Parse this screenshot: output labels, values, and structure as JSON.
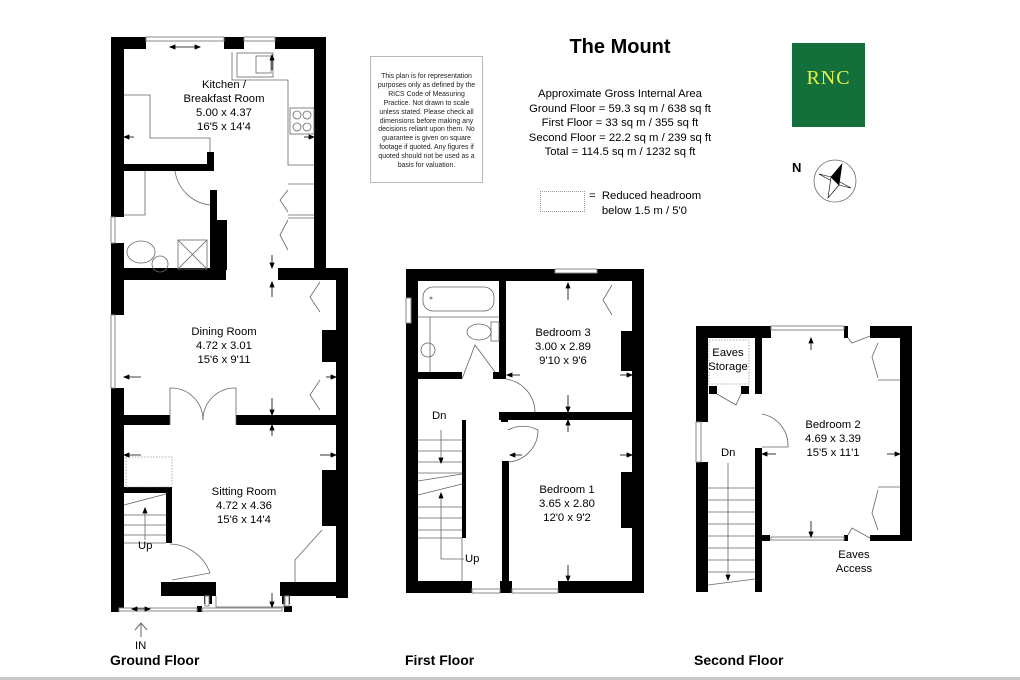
{
  "property": {
    "title": "The Mount"
  },
  "area_summary": {
    "heading": "Approximate Gross Internal Area",
    "lines": [
      "Ground Floor = 59.3 sq m / 638 sq ft",
      "First Floor = 33 sq m / 355 sq ft",
      "Second Floor = 22.2 sq m / 239 sq ft",
      "Total = 114.5 sq m / 1232 sq ft"
    ]
  },
  "disclaimer": {
    "text": "This plan is for representation purposes only as defined by the RICS Code of Measuring Practice. Not drawn to scale unless stated. Please check all dimensions before making any decisions reliant upon them. No guarantee is given on square footage if quoted. Any figures if quoted should not be used as a basis for valuation."
  },
  "legend": {
    "equals": "=",
    "text": "Reduced headroom\nbelow 1.5 m / 5'0"
  },
  "logo": {
    "text": "RNC",
    "background": "#13703a",
    "accent": "#e6f04a"
  },
  "compass": {
    "label": "N"
  },
  "floors": {
    "ground": {
      "label": "Ground Floor",
      "entrance_label": "IN",
      "stairs_label": "Up",
      "rooms": [
        {
          "name": "Kitchen /",
          "name2": "Breakfast Room",
          "metric": "5.00 x 4.37",
          "imperial": "16'5 x 14'4"
        },
        {
          "name": "Dining Room",
          "metric": "4.72 x 3.01",
          "imperial": "15'6 x 9'11"
        },
        {
          "name": "Sitting Room",
          "metric": "4.72 x 4.36",
          "imperial": "15'6 x 14'4"
        }
      ]
    },
    "first": {
      "label": "First Floor",
      "stairs_down_label": "Dn",
      "stairs_up_label": "Up",
      "rooms": [
        {
          "name": "Bedroom 3",
          "metric": "3.00 x 2.89",
          "imperial": "9'10 x 9'6"
        },
        {
          "name": "Bedroom 1",
          "metric": "3.65 x 2.80",
          "imperial": "12'0 x 9'2"
        }
      ]
    },
    "second": {
      "label": "Second Floor",
      "stairs_down_label": "Dn",
      "eaves_storage": "Eaves\nStorage",
      "eaves_access": "Eaves\nAccess",
      "rooms": [
        {
          "name": "Bedroom 2",
          "metric": "4.69 x 3.39",
          "imperial": "15'5 x 11'1"
        }
      ]
    }
  }
}
